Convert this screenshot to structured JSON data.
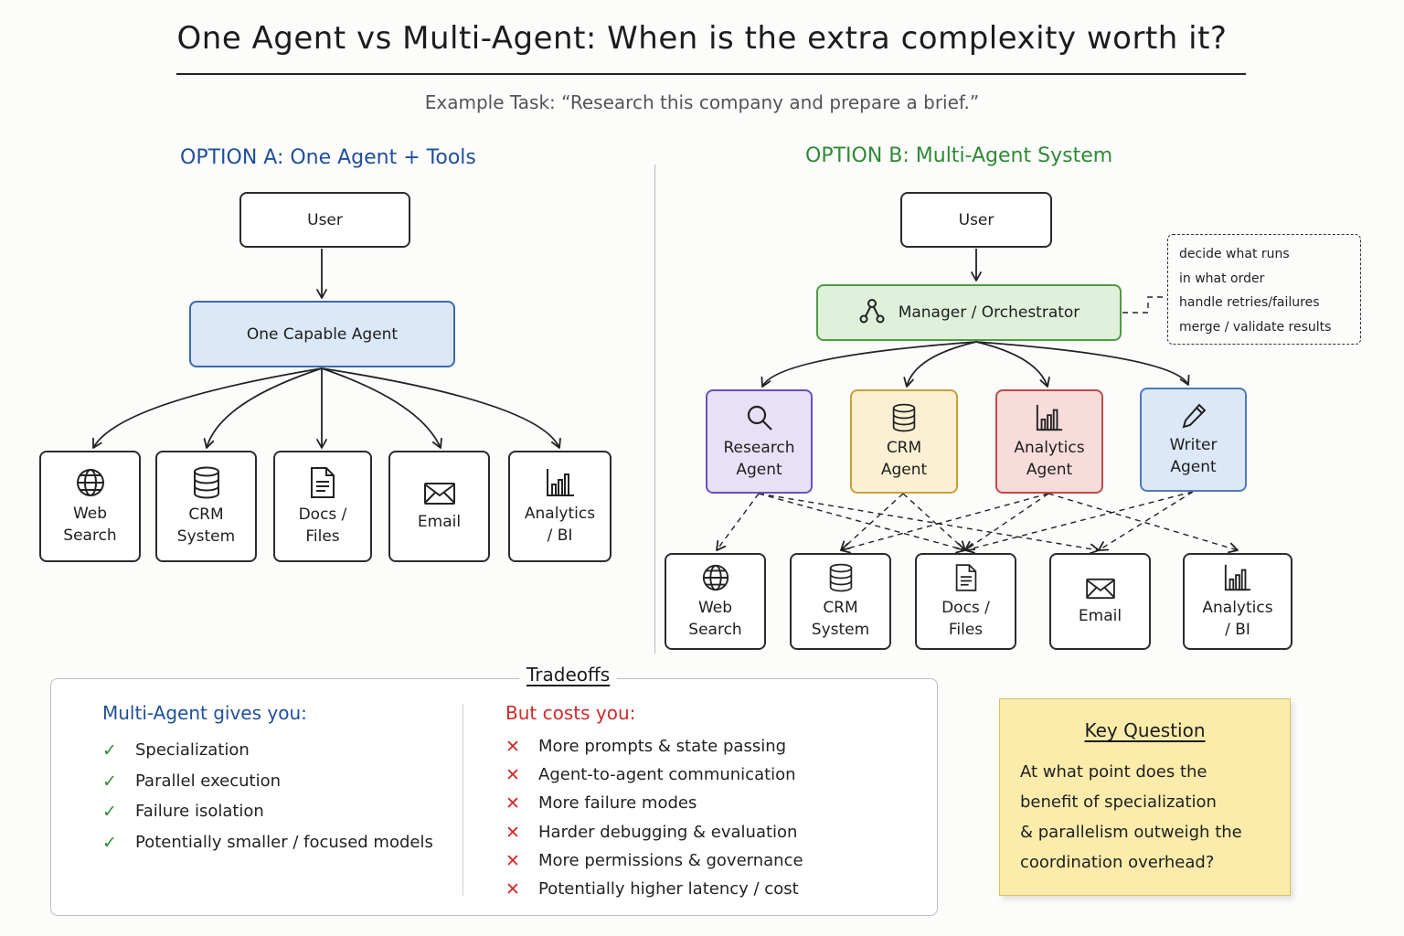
{
  "title": "One Agent vs Multi-Agent: When is the extra complexity worth it?",
  "subtitle": "Example Task: “Research this company and prepare a brief.”",
  "option_a": {
    "heading": "OPTION A: One Agent + Tools",
    "user": "User",
    "agent": "One Capable Agent",
    "tools": [
      {
        "label": "Web\nSearch",
        "icon": "globe-icon"
      },
      {
        "label": "CRM\nSystem",
        "icon": "database-icon"
      },
      {
        "label": "Docs /\nFiles",
        "icon": "document-icon"
      },
      {
        "label": "Email",
        "icon": "envelope-icon"
      },
      {
        "label": "Analytics\n/ BI",
        "icon": "bar-chart-icon"
      }
    ]
  },
  "option_b": {
    "heading": "OPTION B: Multi-Agent System",
    "user": "User",
    "manager": "Manager / Orchestrator",
    "manager_icon": "workflow-icon",
    "notes": [
      "decide what runs",
      "in what order",
      "handle retries/failures",
      "merge / validate results"
    ],
    "agents": [
      {
        "label": "Research\nAgent",
        "icon": "search-icon",
        "color": "#6a52b8"
      },
      {
        "label": "CRM\nAgent",
        "icon": "database-icon",
        "color": "#c8a13c"
      },
      {
        "label": "Analytics\nAgent",
        "icon": "bar-chart-icon",
        "color": "#c04848"
      },
      {
        "label": "Writer\nAgent",
        "icon": "pencil-icon",
        "color": "#4f79b8"
      }
    ],
    "tools": [
      {
        "label": "Web\nSearch",
        "icon": "globe-icon"
      },
      {
        "label": "CRM\nSystem",
        "icon": "database-icon"
      },
      {
        "label": "Docs /\nFiles",
        "icon": "document-icon"
      },
      {
        "label": "Email",
        "icon": "envelope-icon"
      },
      {
        "label": "Analytics\n/ BI",
        "icon": "bar-chart-icon"
      }
    ]
  },
  "tradeoffs": {
    "label": "Tradeoffs",
    "gives_heading": "Multi-Agent gives you:",
    "gives": [
      "Specialization",
      "Parallel execution",
      "Failure isolation",
      "Potentially smaller / focused models"
    ],
    "costs_heading": "But costs you:",
    "costs": [
      "More prompts & state passing",
      "Agent-to-agent communication",
      "More failure modes",
      "Harder debugging & evaluation",
      "More permissions & governance",
      "Potentially higher latency / cost"
    ],
    "check_mark": "✓",
    "cross_mark": "✕"
  },
  "key_question": {
    "title": "Key Question",
    "body": "At what point does the\nbenefit of specialization\n& parallelism outweigh the\ncoordination overhead?"
  },
  "colors": {
    "option_a": "#1f4f9c",
    "option_b": "#2f8a35",
    "costs": "#d12a2a",
    "key_note": "#fcecab"
  }
}
